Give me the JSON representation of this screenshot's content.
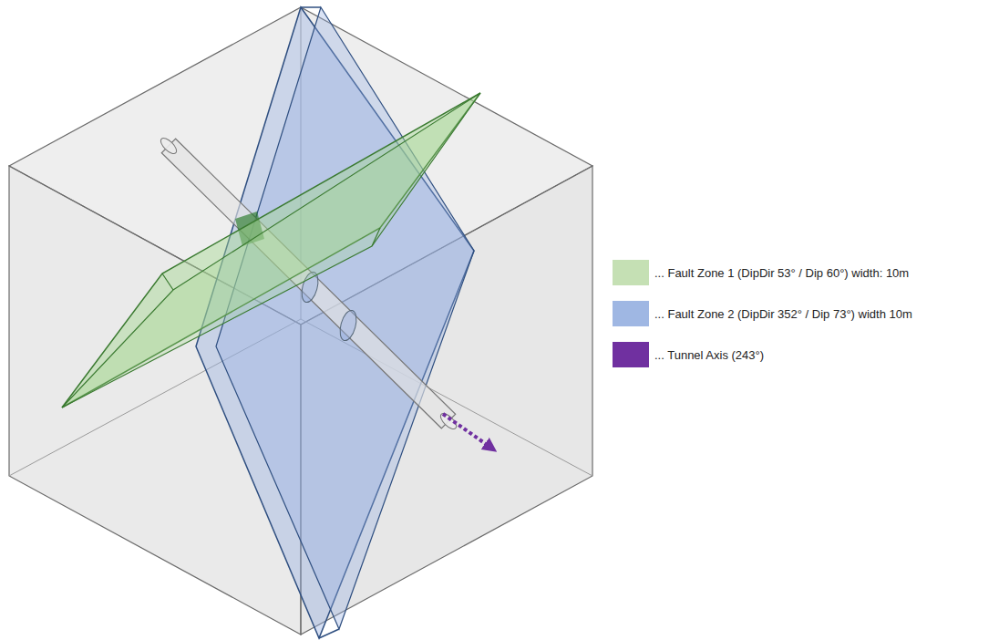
{
  "diagram": {
    "legend": [
      {
        "text": "... Fault Zone 1 (DipDir 53° / Dip 60°) width: 10m",
        "color": "#c5e0b4"
      },
      {
        "text": "... Fault Zone 2 (DipDir 352° / Dip 73°) width 10m",
        "color": "#9fb7e3"
      },
      {
        "text": "... Tunnel Axis (243°)",
        "color": "#7030a0"
      }
    ]
  }
}
